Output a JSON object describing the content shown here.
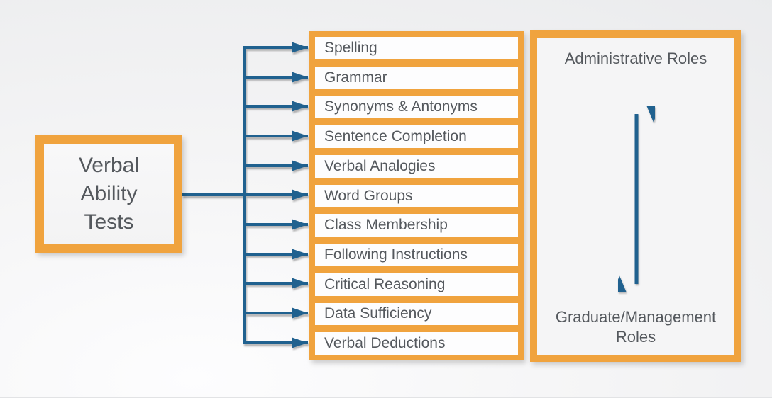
{
  "colors": {
    "accent_orange": "#F0A33E",
    "arrow_blue": "#20618F",
    "text_dark": "#54585D"
  },
  "source_box": {
    "label": "Verbal Ability Tests"
  },
  "tests": {
    "items": [
      "Spelling",
      "Grammar",
      "Synonyms & Antonyms",
      "Sentence Completion",
      "Verbal Analogies",
      "Word Groups",
      "Class Membership",
      "Following Instructions",
      "Critical Reasoning",
      "Data Sufficiency",
      "Verbal Deductions"
    ]
  },
  "roles_panel": {
    "top_label": "Administrative Roles",
    "bottom_label": "Graduate/Management Roles"
  }
}
